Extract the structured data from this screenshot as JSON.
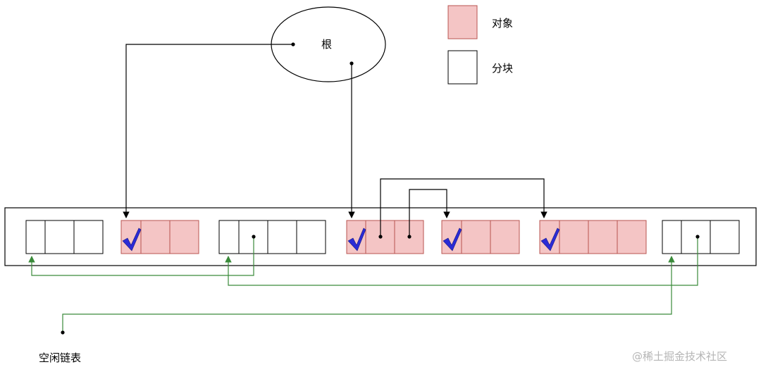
{
  "labels": {
    "root": "根",
    "legend_object": "对象",
    "legend_chunk": "分块",
    "free_list": "空闲链表",
    "watermark": "@稀土掘金技术社区"
  },
  "legend": [
    {
      "kind": "object",
      "fill": "#f4c5c5",
      "stroke": "#b85450"
    },
    {
      "kind": "chunk",
      "fill": "#ffffff",
      "stroke": "#000000"
    }
  ],
  "colors": {
    "object_fill": "#f4c5c5",
    "object_stroke": "#b85450",
    "chunk_stroke": "#000000",
    "reference_line": "#000000",
    "free_list_line": "#3a8a3a",
    "check_mark": "#2b2bd6"
  },
  "heap_blocks": [
    {
      "type": "free",
      "cells": 3
    },
    {
      "type": "object",
      "cells": 3,
      "marked": true
    },
    {
      "type": "free",
      "cells": 4
    },
    {
      "type": "object",
      "cells": 3,
      "marked": true
    },
    {
      "type": "object",
      "cells": 3,
      "marked": true
    },
    {
      "type": "object",
      "cells": 4,
      "marked": true
    },
    {
      "type": "free",
      "cells": 3
    }
  ]
}
